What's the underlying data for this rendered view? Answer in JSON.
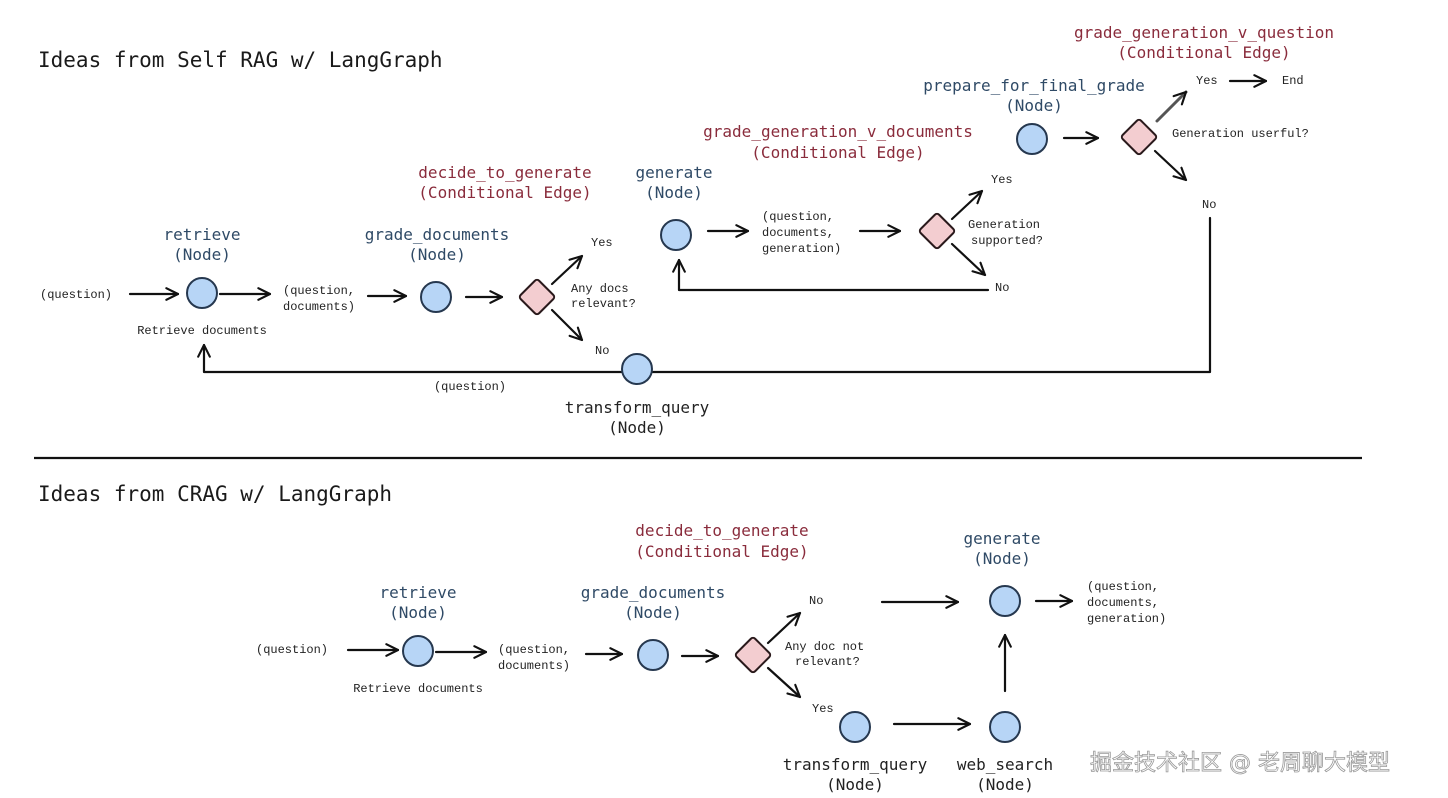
{
  "self_rag": {
    "title": "Ideas from Self RAG w/ LangGraph",
    "input_label": "(question)",
    "retrieve": {
      "name": "retrieve",
      "kind": "(Node)",
      "caption": "Retrieve documents"
    },
    "after_retrieve": [
      "(question,",
      "documents)"
    ],
    "grade_documents": {
      "name": "grade_documents",
      "kind": "(Node)"
    },
    "decide_to_generate": {
      "name": "decide_to_generate",
      "kind": "(Conditional Edge)",
      "question": [
        "Any docs",
        "relevant?"
      ],
      "yes": "Yes",
      "no": "No"
    },
    "generate": {
      "name": "generate",
      "kind": "(Node)"
    },
    "after_generate": [
      "(question,",
      "documents,",
      "generation)"
    ],
    "grade_generation_v_documents": {
      "name": "grade_generation_v_documents",
      "kind": "(Conditional Edge)",
      "question": [
        "Generation",
        "supported?"
      ],
      "yes": "Yes",
      "no": "No"
    },
    "prepare_for_final_grade": {
      "name": "prepare_for_final_grade",
      "kind": "(Node)"
    },
    "grade_generation_v_question": {
      "name": "grade_generation_v_question",
      "kind": "(Conditional Edge)",
      "question": "Generation userful?",
      "yes": "Yes",
      "no": "No",
      "end": "End"
    },
    "transform_query": {
      "name": "transform_query",
      "kind": "(Node)"
    },
    "loop_label": "(question)"
  },
  "crag": {
    "title": "Ideas from CRAG w/ LangGraph",
    "input_label": "(question)",
    "retrieve": {
      "name": "retrieve",
      "kind": "(Node)",
      "caption": "Retrieve documents"
    },
    "after_retrieve": [
      "(question,",
      "documents)"
    ],
    "grade_documents": {
      "name": "grade_documents",
      "kind": "(Node)"
    },
    "decide_to_generate": {
      "name": "decide_to_generate",
      "kind": "(Conditional Edge)",
      "question": [
        "Any doc not",
        "relevant?"
      ],
      "yes": "Yes",
      "no": "No"
    },
    "generate": {
      "name": "generate",
      "kind": "(Node)"
    },
    "after_generate": [
      "(question,",
      "documents,",
      "generation)"
    ],
    "transform_query": {
      "name": "transform_query",
      "kind": "(Node)"
    },
    "web_search": {
      "name": "web_search",
      "kind": "(Node)"
    }
  },
  "watermark": "掘金技术社区 @ 老周聊大模型",
  "colors": {
    "node_fill": "#b7d5f6",
    "node_stroke": "#26384f",
    "diamond_fill": "#f3cdd0",
    "node_label": "#2f4a66",
    "conditional_label": "#8a2c3c"
  }
}
